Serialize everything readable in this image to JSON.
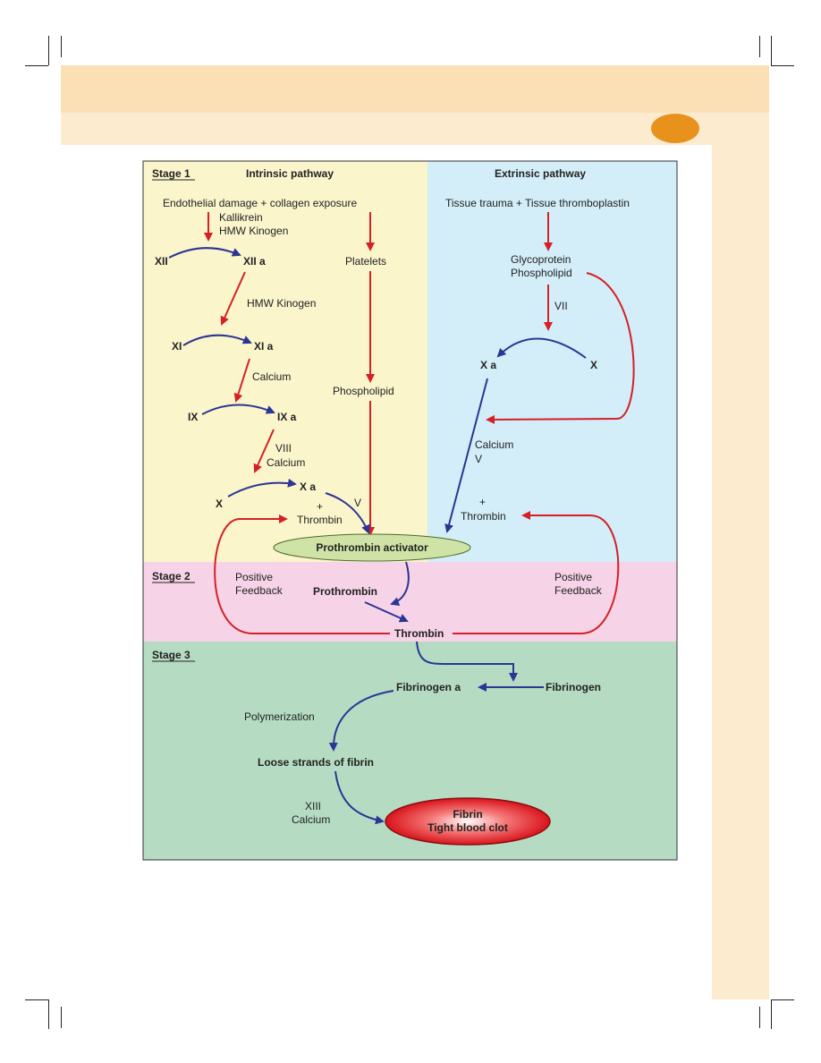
{
  "diagram": {
    "stage1": "Stage 1",
    "stage2": "Stage 2",
    "stage3": "Stage 3",
    "intrinsic_title": "Intrinsic pathway",
    "extrinsic_title": "Extrinsic pathway",
    "endothelial": "Endothelial damage + collagen exposure",
    "kallikrein": "Kallikrein",
    "hmw_kinogen_1": "HMW Kinogen",
    "hmw_kinogen_2": "HMW Kinogen",
    "platelets": "Platelets",
    "phospholipid_left": "Phospholipid",
    "xii": "XII",
    "xii_a": "XII a",
    "xi": "XI",
    "xi_a": "XI a",
    "calcium_1": "Calcium",
    "ix": "IX",
    "ix_a": "IX a",
    "viii": "VIII",
    "calcium_2": "Calcium",
    "x_left": "X",
    "xa_left": "X a",
    "v_left": "V",
    "plus_left": "+",
    "thrombin_left": "Thrombin",
    "tissue": "Tissue trauma + Tissue thromboplastin",
    "glycoprotein": "Glycoprotein",
    "phospholipid_right": "Phospholipid",
    "vii": "VII",
    "xa_right": "X a",
    "x_right": "X",
    "calcium_right": "Calcium",
    "v_right": "V",
    "plus_right": "+",
    "thrombin_right": "Thrombin",
    "prothrombin_activator": "Prothrombin activator",
    "positive_left_1": "Positive",
    "positive_left_2": "Feedback",
    "positive_right_1": "Positive",
    "positive_right_2": "Feedback",
    "prothrombin": "Prothrombin",
    "thrombin": "Thrombin",
    "fibrinogen_a": "Fibrinogen a",
    "fibrinogen": "Fibrinogen",
    "polymerization": "Polymerization",
    "loose_strands": "Loose strands of fibrin",
    "xiii": "XIII",
    "calcium_3": "Calcium",
    "fibrin": "Fibrin",
    "tight_clot": "Tight blood clot"
  },
  "colors": {
    "intrinsic_bg": "#fbf5cc",
    "extrinsic_bg": "#d3eef8",
    "stage2_bg": "#f6d3e6",
    "stage3_bg": "#b5dcc3",
    "red_arrow": "#d42027",
    "blue_arrow": "#2b3593",
    "activator_fill": "#cfe3a6",
    "clot_fill": "#d8141b"
  }
}
